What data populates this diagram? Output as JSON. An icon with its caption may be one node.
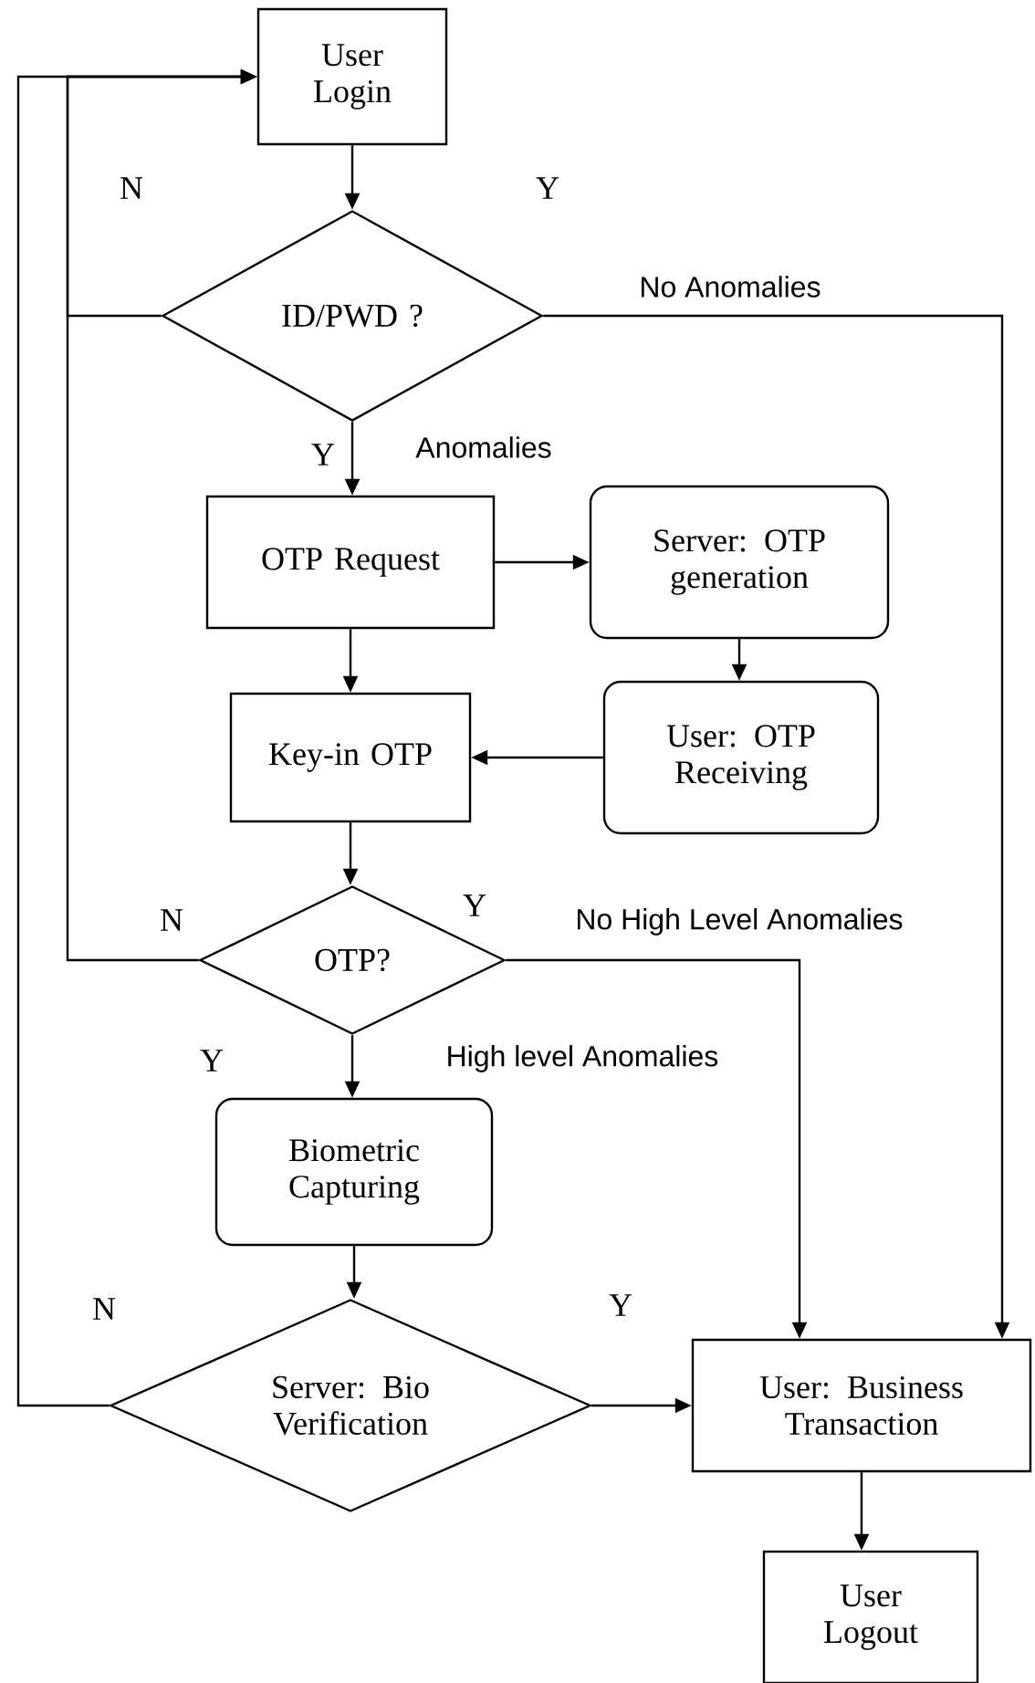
{
  "diagram": {
    "nodes": [
      {
        "text": [
          "User Login"
        ]
      },
      {
        "text": [
          "ID/PWD ?"
        ]
      },
      {
        "text": [
          "OTP Request"
        ]
      },
      {
        "text": [
          "Server: OTP generation"
        ]
      },
      {
        "text": [
          "Key-in OTP"
        ]
      },
      {
        "text": [
          "User: OTP Receiving"
        ]
      },
      {
        "text": [
          "OTP?"
        ]
      },
      {
        "text": [
          "Biometric Capturing"
        ]
      },
      {
        "text": [
          "Server: Bio Verification"
        ]
      },
      {
        "text": [
          "User: Business Transaction"
        ]
      },
      {
        "text": [
          "User Logout"
        ]
      }
    ],
    "edges": [
      {
        "from": 0,
        "to": 1,
        "arrow": "to"
      },
      {
        "from": 1,
        "to": 0,
        "arrow": "to"
      },
      {
        "from": 6,
        "to": 0,
        "arrow": "to"
      },
      {
        "from": 8,
        "to": 0,
        "arrow": "to"
      },
      {
        "from": 1,
        "to": 9,
        "arrow": "to",
        "label": "No Anomalies"
      },
      {
        "from": 1,
        "to": 2,
        "arrow": "to",
        "label": "Anomalies"
      },
      {
        "from": 2,
        "to": 3,
        "arrow": "to"
      },
      {
        "from": 3,
        "to": 5,
        "arrow": "to"
      },
      {
        "from": 5,
        "to": 4,
        "arrow": "to"
      },
      {
        "from": 2,
        "to": 4,
        "arrow": "to"
      },
      {
        "from": 4,
        "to": 6,
        "arrow": "to"
      },
      {
        "from": 6,
        "to": 9,
        "arrow": "to",
        "label": "No High Level Anomalies"
      },
      {
        "from": 6,
        "to": 7,
        "arrow": "to",
        "label": "High level Anomalies"
      },
      {
        "from": 7,
        "to": 8,
        "arrow": "to"
      },
      {
        "from": 8,
        "to": 9,
        "arrow": "to"
      },
      {
        "from": 9,
        "to": 10,
        "arrow": "to"
      }
    ],
    "labels": [
      "N",
      "Y",
      "Y",
      "N",
      "Y",
      "Y",
      "N",
      "Y"
    ]
  }
}
